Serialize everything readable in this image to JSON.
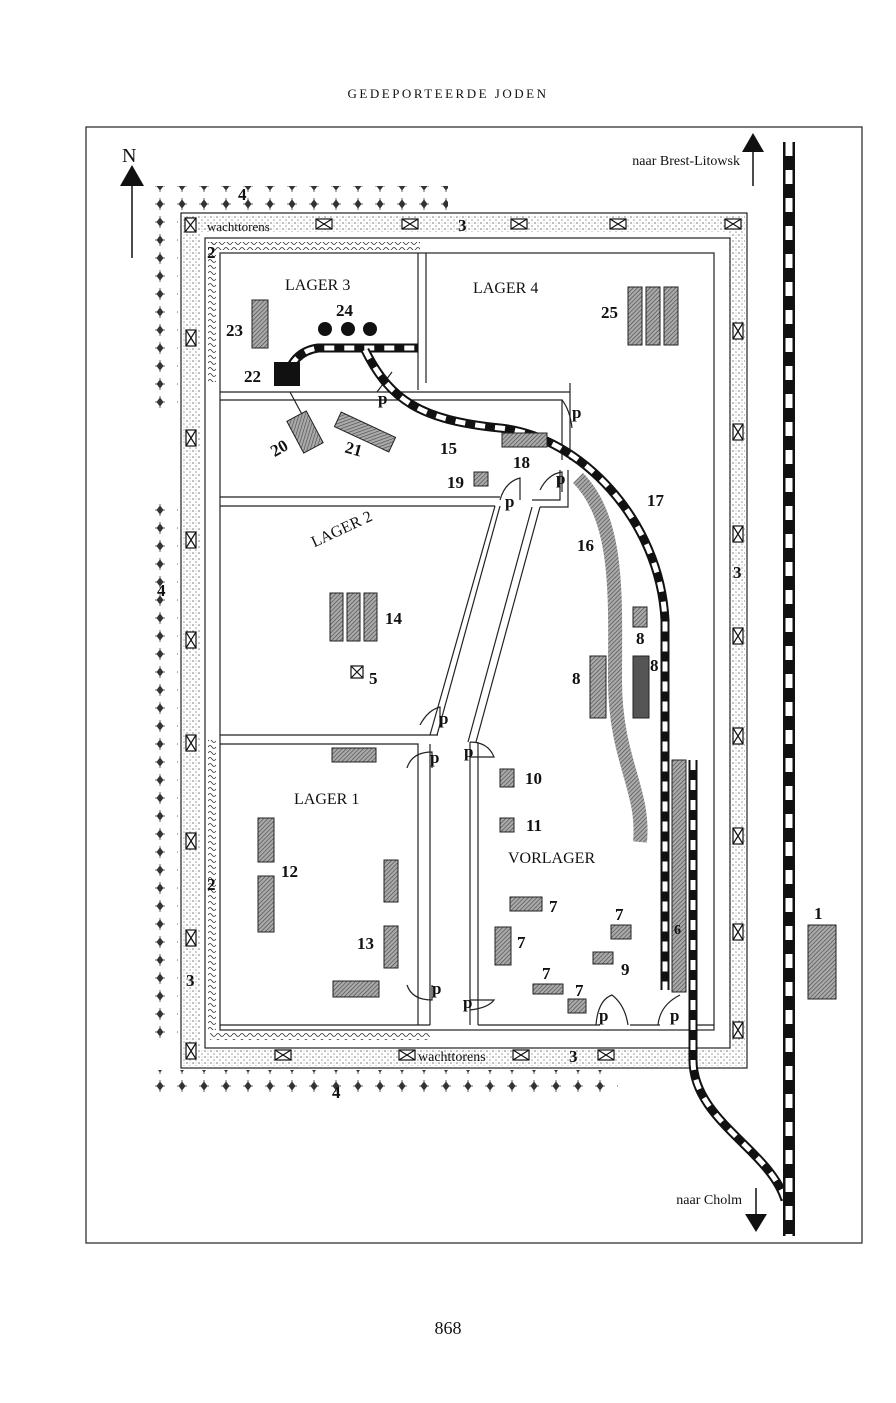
{
  "header": {
    "title": "GEDEPORTEERDE JODEN"
  },
  "page_number": "868",
  "map": {
    "north_label": "N",
    "to_north": "naar Brest-Litowsk",
    "to_south": "naar Cholm",
    "watchtowers_label": "wachttorens",
    "gate_label": "p",
    "areas": {
      "lager1": "LAGER 1",
      "lager2": "LAGER 2",
      "lager3": "LAGER 3",
      "lager4": "LAGER 4",
      "vorlager": "VORLAGER"
    },
    "numbers": {
      "n1": "1",
      "n2": "2",
      "n3": "3",
      "n4": "4",
      "n5": "5",
      "n6": "6",
      "n7": "7",
      "n8": "8",
      "n9": "9",
      "n10": "10",
      "n11": "11",
      "n12": "12",
      "n13": "13",
      "n14": "14",
      "n15": "15",
      "n16": "16",
      "n17": "17",
      "n18": "18",
      "n19": "19",
      "n20": "20",
      "n21": "21",
      "n22": "22",
      "n23": "23",
      "n24": "24",
      "n25": "25"
    }
  }
}
